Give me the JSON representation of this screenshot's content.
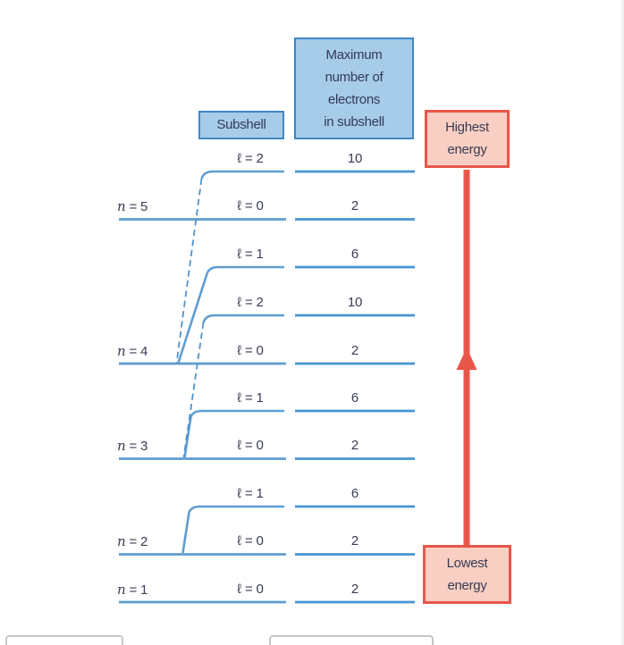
{
  "diagram": {
    "title_semantics": "Relative energy ordering of atomic subshells",
    "column_headers": {
      "subshell_label": "Subshell",
      "max_electrons_lines": [
        "Maximum",
        "number of",
        "electrons",
        "in subshell"
      ]
    },
    "energy_scale": {
      "top_lines": [
        "Highest",
        "energy"
      ],
      "bottom_lines": [
        "Lowest",
        "energy"
      ]
    },
    "rows": [
      {
        "n_sym": "",
        "n_eq": "",
        "l": "ℓ = 2",
        "electrons": "10"
      },
      {
        "n_sym": "n",
        "n_eq": "= 5",
        "l": "ℓ = 0",
        "electrons": "2"
      },
      {
        "n_sym": "",
        "n_eq": "",
        "l": "ℓ = 1",
        "electrons": "6"
      },
      {
        "n_sym": "",
        "n_eq": "",
        "l": "ℓ = 2",
        "electrons": "10"
      },
      {
        "n_sym": "n",
        "n_eq": "= 4",
        "l": "ℓ = 0",
        "electrons": "2"
      },
      {
        "n_sym": "",
        "n_eq": "",
        "l": "ℓ = 1",
        "electrons": "6"
      },
      {
        "n_sym": "n",
        "n_eq": "= 3",
        "l": "ℓ = 0",
        "electrons": "2"
      },
      {
        "n_sym": "",
        "n_eq": "",
        "l": "ℓ = 1",
        "electrons": "6"
      },
      {
        "n_sym": "n",
        "n_eq": "= 2",
        "l": "ℓ = 0",
        "electrons": "2"
      },
      {
        "n_sym": "n",
        "n_eq": "= 1",
        "l": "ℓ = 0",
        "electrons": "2"
      }
    ],
    "colors": {
      "level_line_blue": "#5f9dd0",
      "value_line_blue": "#4596d2",
      "connector_blue": "#5093cc",
      "header_box_fill": "#a6cce9",
      "header_box_border": "#3e86c8",
      "energy_box_fill": "#f9cfc3",
      "energy_accent_red": "#e8564a",
      "text_dark": "#3a3d55"
    }
  }
}
